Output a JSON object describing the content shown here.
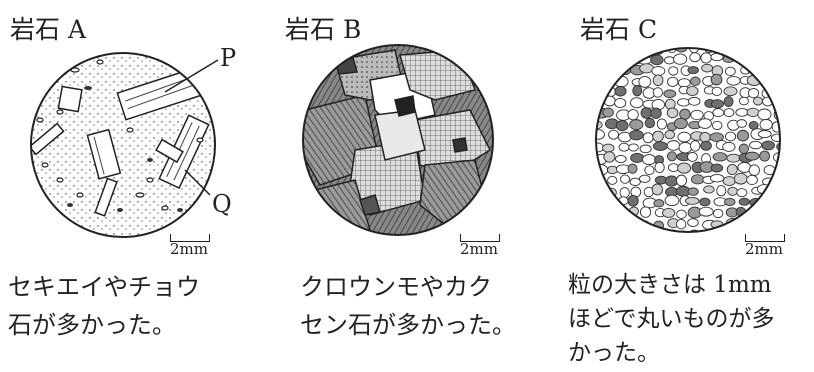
{
  "rocks": [
    {
      "title": "岩石 A",
      "scale": "2mm",
      "caption_lines": [
        "セキエイやチョウ",
        "石が多かった。"
      ]
    },
    {
      "title": "岩石 B",
      "scale": "2mm",
      "caption_lines": [
        "クロウンモやカク",
        "セン石が多かった。"
      ]
    },
    {
      "title": "岩石 C",
      "scale": "2mm",
      "caption_lines": [
        "粒の大きさは 1mm",
        "ほどで丸いものが多",
        "かった。"
      ]
    }
  ],
  "callouts": {
    "p": "P",
    "q": "Q"
  }
}
